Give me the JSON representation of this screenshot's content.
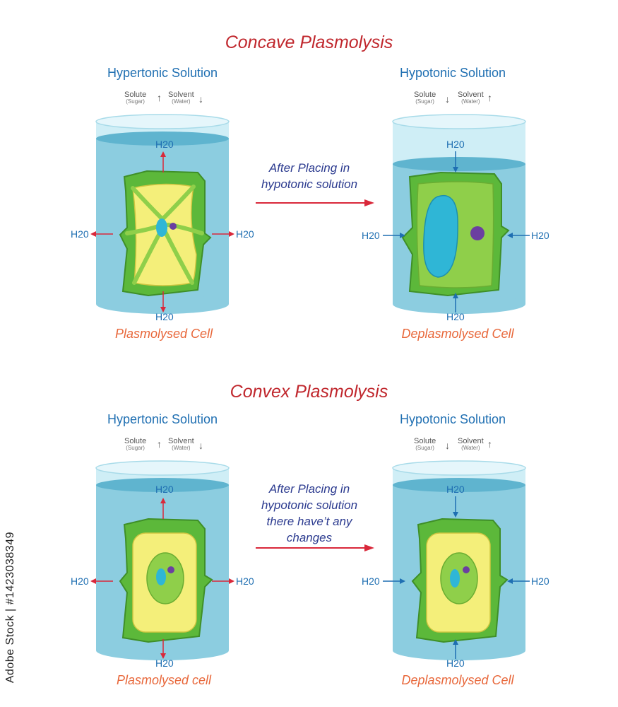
{
  "top": {
    "title": "Concave Plasmolysis",
    "left": {
      "solution": "Hypertonic Solution",
      "solute": "Solute",
      "solute_sub": "(Sugar)",
      "solvent": "Solvent",
      "solvent_sub": "(Water)",
      "h2o": "H20",
      "caption": "Plasmolysed Cell"
    },
    "middle_text": [
      "After Placing in",
      "hypotonic solution"
    ],
    "right": {
      "solution": "Hypotonic Solution",
      "solute": "Solute",
      "solute_sub": "(Sugar)",
      "solvent": "Solvent",
      "solvent_sub": "(Water)",
      "h2o": "H20",
      "caption": "Deplasmolysed Cell"
    }
  },
  "bottom": {
    "title": "Convex Plasmolysis",
    "left": {
      "solution": "Hypertonic Solution",
      "solute": "Solute",
      "solute_sub": "(Sugar)",
      "solvent": "Solvent",
      "solvent_sub": "(Water)",
      "h2o": "H20",
      "caption": "Plasmolysed cell"
    },
    "middle_text": [
      "After Placing in",
      "hypotonic solution",
      "there have’t any",
      "changes"
    ],
    "right": {
      "solution": "Hypotonic Solution",
      "solute": "Solute",
      "solute_sub": "(Sugar)",
      "solvent": "Solvent",
      "solvent_sub": "(Water)",
      "h2o": "H20",
      "caption": "Deplasmolysed Cell"
    }
  },
  "watermark": "Adobe Stock | #1423038349",
  "colors": {
    "title": "#c0272d",
    "solution": "#1f6fb2",
    "caption": "#e8673a",
    "middle": "#2b3a8f",
    "arrow_out": "#d9283a",
    "arrow_in": "#1f6fb2",
    "water": "#8ccde0",
    "cell_wall": "#5cb83a",
    "cytoplasm_yellow": "#f4ef7a",
    "cytoplasm_green": "#8fcf4a",
    "vacuole": "#2fb6d6",
    "nucleus": "#6b3fa0"
  }
}
